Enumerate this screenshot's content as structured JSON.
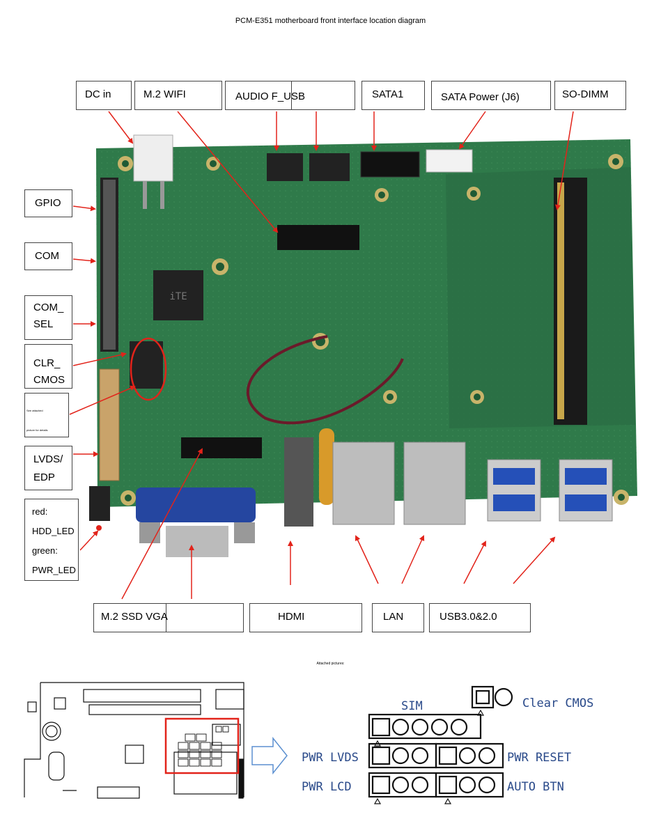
{
  "title": "PCM-E351 motherboard front interface location diagram",
  "labels": {
    "dc_in": "DC in",
    "m2_wifi": "M.2 WIFI",
    "audio_f_usb": "AUDIO F_USB",
    "sata1": "SATA1",
    "sata_power": "SATA Power (J6)",
    "so_dimm": "SO-DIMM",
    "gpio": "GPIO",
    "com": "COM",
    "com_sel_1": "COM_",
    "com_sel_2": "SEL",
    "clr_cmos_1": "CLR_",
    "clr_cmos_2": "CMOS",
    "see_attached_1": "See attached",
    "see_attached_2": "picture for details",
    "lvds_1": "LVDS/",
    "lvds_2": "EDP",
    "led_1": "red:",
    "led_2": "HDD_LED",
    "led_3": "green:",
    "led_4": "PWR_LED",
    "m2_ssd_vga": "M.2 SSD VGA",
    "hdmi": "HDMI",
    "lan": "LAN",
    "usb": "USB3.0&2.0"
  },
  "attached": {
    "caption": "Attached pictures:",
    "sim": "SIM",
    "clear_cmos": "Clear CMOS",
    "pwr_lvds": "PWR LVDS",
    "pwr_reset": "PWR RESET",
    "pwr_lcd": "PWR LCD",
    "auto_btn": "AUTO BTN"
  },
  "colors": {
    "pcb": "#2f7a4a",
    "pcb_dark": "#1f5a35",
    "arrow": "#e2231a",
    "highlight": "#e2231a",
    "pin_diagram": "#2a4a8a",
    "arrow_outline": "#5b8fd0"
  }
}
